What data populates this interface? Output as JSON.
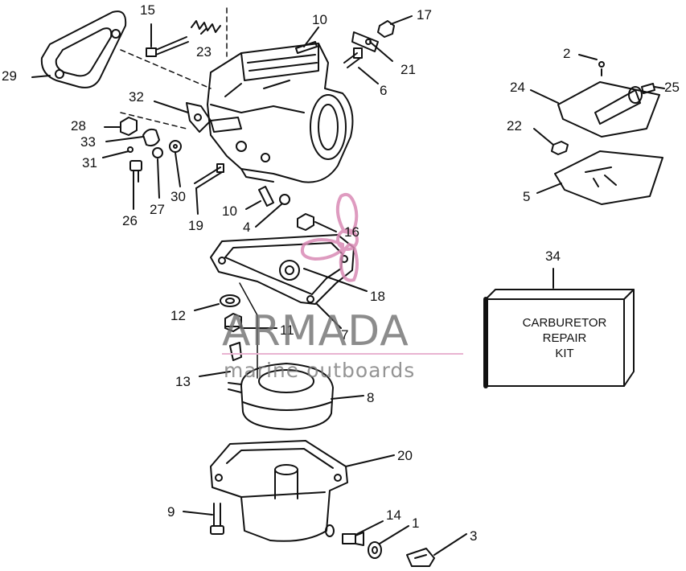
{
  "callouts": [
    "29",
    "15",
    "23",
    "10",
    "17",
    "21",
    "6",
    "32",
    "28",
    "33",
    "31",
    "26",
    "27",
    "30",
    "19",
    "10",
    "4",
    "16",
    "18",
    "12",
    "11",
    "7",
    "13",
    "8",
    "20",
    "9",
    "14",
    "1",
    "3",
    "2",
    "24",
    "25",
    "22",
    "5",
    "34"
  ],
  "kit_label": {
    "line1": "CARBURETOR",
    "line2": "REPAIR",
    "line3": "KIT"
  },
  "watermark": {
    "word": "ARMADA",
    "sub": "marine outboards"
  },
  "colors": {
    "ink": "#111111",
    "watermark_pink": "#d98ab5",
    "watermark_gray": "#707070"
  }
}
